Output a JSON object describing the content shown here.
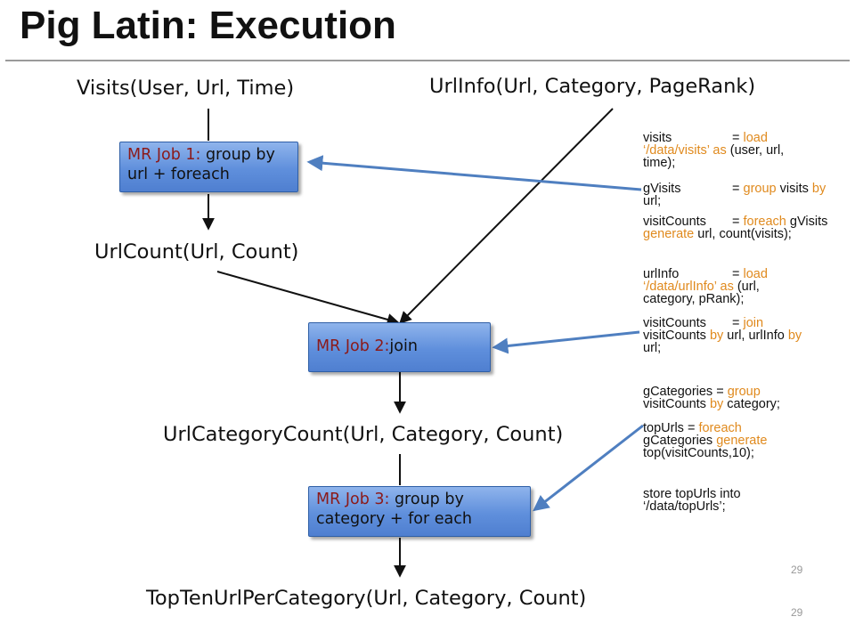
{
  "title": "Pig Latin: Execution",
  "relations": {
    "visits": "Visits(User, Url, Time)",
    "urlinfo": "UrlInfo(Url, Category, PageRank)",
    "urlcount": "UrlCount(Url, Count)",
    "urlcategorycount": "UrlCategoryCount(Url, Category, Count)",
    "topten": "TopTenUrlPerCategory(Url, Category, Count)"
  },
  "jobs": {
    "job1": {
      "label": "MR Job 1:",
      "text": " group by url + foreach"
    },
    "job2": {
      "label": "MR Job 2:",
      "text": "join"
    },
    "job3": {
      "label": "MR Job 3:",
      "text": " group by category + for each"
    }
  },
  "code": {
    "block1": {
      "l1_var": "visits",
      "l1_eq": "= ",
      "l1_kw": "load",
      "l1_rest": "",
      "l2_kw": "‘/data/visits’ as",
      "l2_rest": " (user, url,",
      "l3": "time);"
    },
    "block2": {
      "l1_var": "gVisits",
      "l1_eq": "= ",
      "l1_kw": "group",
      "l1_rest": " visits ",
      "l1_kw2": "by",
      "l2": "url;"
    },
    "block3": {
      "l1_var": "visitCounts",
      "l1_eq": "= ",
      "l1_kw": "foreach",
      "l1_rest": " gVisits",
      "l2_kw": "generate",
      "l2_rest": " url, count(visits);"
    },
    "block4": {
      "l1_var": "urlInfo",
      "l1_eq": "= ",
      "l1_kw": "load",
      "l2_kw": "‘/data/urlInfo’ as",
      "l2_rest": " (url,",
      "l3": "category, pRank);"
    },
    "block5": {
      "l1_var": "visitCounts",
      "l1_eq": "= ",
      "l1_kw": "join",
      "l2_a": "visitCounts ",
      "l2_kw": "by",
      "l2_b": " url, urlInfo ",
      "l2_kw2": "by",
      "l3": "url;"
    },
    "block6": {
      "l1_a": "gCategories = ",
      "l1_kw": "group",
      "l2_a": "visitCounts ",
      "l2_kw": "by",
      "l2_b": " category;"
    },
    "block7": {
      "l1_a": "topUrls = ",
      "l1_kw": "foreach",
      "l2_a": "gCategories ",
      "l2_kw": "generate",
      "l3": "top(visitCounts,10);"
    },
    "block8": {
      "l1": "store topUrls into",
      "l2": "‘/data/topUrls’;"
    }
  },
  "page_numbers": {
    "top": "29",
    "bottom": "29"
  },
  "colors": {
    "keyword": "#e08a1e",
    "job_label": "#8b1a1a",
    "job_fill": "#5f8fdc",
    "arrow_blue": "#4f7fc0"
  }
}
